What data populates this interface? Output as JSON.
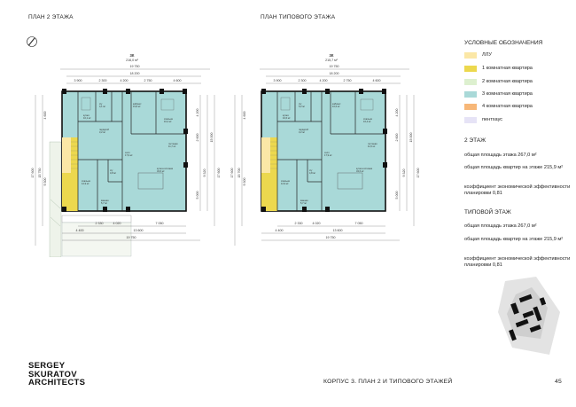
{
  "titles": {
    "plan2": "ПЛАН 2 ЭТАЖА",
    "typical": "ПЛАН ТИПОВОГО ЭТАЖА"
  },
  "plan2": {
    "header_code": "3К",
    "header_area": "216,0 м²",
    "dim_total_top": "19 750",
    "dim_inner_top": "18 200",
    "dim_segments_top": [
      "3 900",
      "2 300",
      "4 200",
      "2 750",
      "4 600"
    ],
    "dim_left_outer": "17 600",
    "dim_left_mid": "15 750",
    "dim_left_parts": [
      "4 600",
      "9 300"
    ],
    "dim_right_parts": [
      "4 200",
      "2 600",
      "9 320",
      "5 000"
    ],
    "dim_right_outer": "17 600",
    "dim_right_mid": "15 000",
    "dim_bottom_parts": [
      "2 330",
      "4 020",
      "7 050"
    ],
    "dim_bottom_left": "4 400",
    "dim_bottom_inner": "13 600",
    "dim_bottom_total": "19 750",
    "rooms": [
      "кухня",
      "кабинет",
      "с/у",
      "спальня",
      "гардероб",
      "холл",
      "гостиная",
      "кухня-гостиная",
      "с/у",
      "спальня",
      "ванная"
    ],
    "room_areas": [
      "10,1 м²",
      "15,8 м²",
      "4,1 м²",
      "16,4 м²",
      "3,2 м²",
      "17,9 м²",
      "11,7 м²",
      "34,6 м²",
      "4,8 м²",
      "12,9 м²",
      "5,7 м²"
    ]
  },
  "typical": {
    "header_code": "3К",
    "header_area": "215,7 м²",
    "dim_total_top": "19 750",
    "dim_inner_top": "18 200",
    "dim_segments_top": [
      "3 900",
      "2 300",
      "4 200",
      "2 750",
      "4 600"
    ],
    "dim_left_outer": "17 600",
    "dim_left_mid": "15 700",
    "dim_left_parts": [
      "4 600",
      "9 300"
    ],
    "dim_right_parts": [
      "4 200",
      "2 600",
      "9 320",
      "5 000"
    ],
    "dim_right_outer": "17 600",
    "dim_right_mid": "15 000",
    "dim_bottom_parts": [
      "2 330",
      "4 020",
      "7 050"
    ],
    "dim_bottom_left": "4 400",
    "dim_bottom_inner": "13 600",
    "dim_bottom_total": "19 750",
    "rooms": [
      "с/у",
      "кабинет",
      "спальня",
      "кухня",
      "гардероб",
      "холл",
      "гостиная",
      "кухня-гостиная",
      "с/у",
      "спальня",
      "ванная"
    ],
    "room_areas": [
      "5,2 м²",
      "10,6 м²",
      "16,4 м²",
      "10,6 м²",
      "3,2 м²",
      "17,9 м²",
      "11,5 м²",
      "34,6 м²",
      "4,8 м²",
      "12,9 м²",
      "5,7 м²"
    ]
  },
  "legend": {
    "title": "УСЛОВНЫЕ ОБОЗНАЧЕНИЯ",
    "items": [
      {
        "label": "ЛЛУ",
        "color": "#fbe7a6"
      },
      {
        "label": "1 комнатная квартира",
        "color": "#ecd84e"
      },
      {
        "label": "2 комнатная квартира",
        "color": "#ddf0cf"
      },
      {
        "label": "3 комнатная квартира",
        "color": "#a9d9d8"
      },
      {
        "label": "4 комнатная квартира",
        "color": "#f7b778"
      },
      {
        "label": "пентхаус",
        "color": "#e6e3f6"
      }
    ]
  },
  "stats_2": {
    "heading": "2 ЭТАЖ",
    "floor_area": "общая площадь этажа 267,0 м²",
    "apt_area": "общая площадь квартир на этаже 215,9 м²",
    "coef": "коэффициент экономической эффективности планировки 0,81"
  },
  "stats_typ": {
    "heading": "ТИПОВОЙ ЭТАЖ",
    "floor_area": "общая площадь этажа 267,0 м²",
    "apt_area": "общая площадь квартир на этаже 215,9 м²",
    "coef": "коэффициент экономической эффективности планировки 0,81"
  },
  "logo": {
    "line1": "SERGEY",
    "line2": "SKURATOV",
    "line3": "ARCHITECTS"
  },
  "footer": {
    "caption": "КОРПУС 3. ПЛАН 2 И ТИПОВОГО ЭТАЖЕЙ",
    "page": "45"
  },
  "colors": {
    "apartment": "#a9d9d8",
    "stair": "#ecd84e",
    "lobby": "#fbe7a6",
    "wall": "#111111"
  }
}
